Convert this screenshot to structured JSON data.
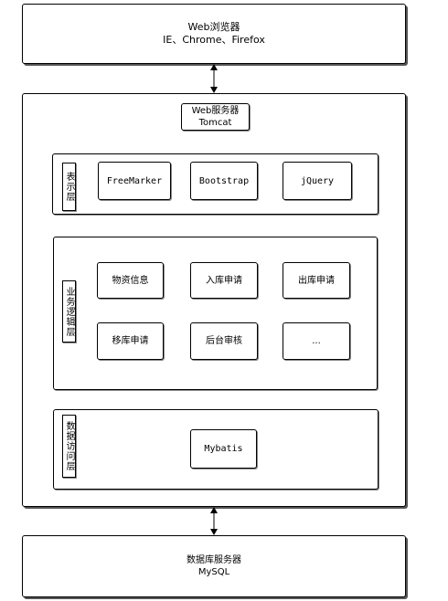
{
  "browser": {
    "title": "Web浏览器",
    "subtitle": "IE、Chrome、Firefox"
  },
  "web_server": {
    "title": "Web服务器",
    "subtitle": "Tomcat"
  },
  "presentation_layer": {
    "label": "表示层",
    "items": [
      "FreeMarker",
      "Bootstrap",
      "jQuery"
    ]
  },
  "business_layer": {
    "label": "业务逻辑层",
    "items": [
      "物资信息",
      "入库申请",
      "出库申请",
      "移库申请",
      "后台审核",
      "..."
    ]
  },
  "data_layer": {
    "label": "数据访问层",
    "items": [
      "Mybatis"
    ]
  },
  "db_server": {
    "title": "数据库服务器",
    "subtitle": "MySQL"
  }
}
